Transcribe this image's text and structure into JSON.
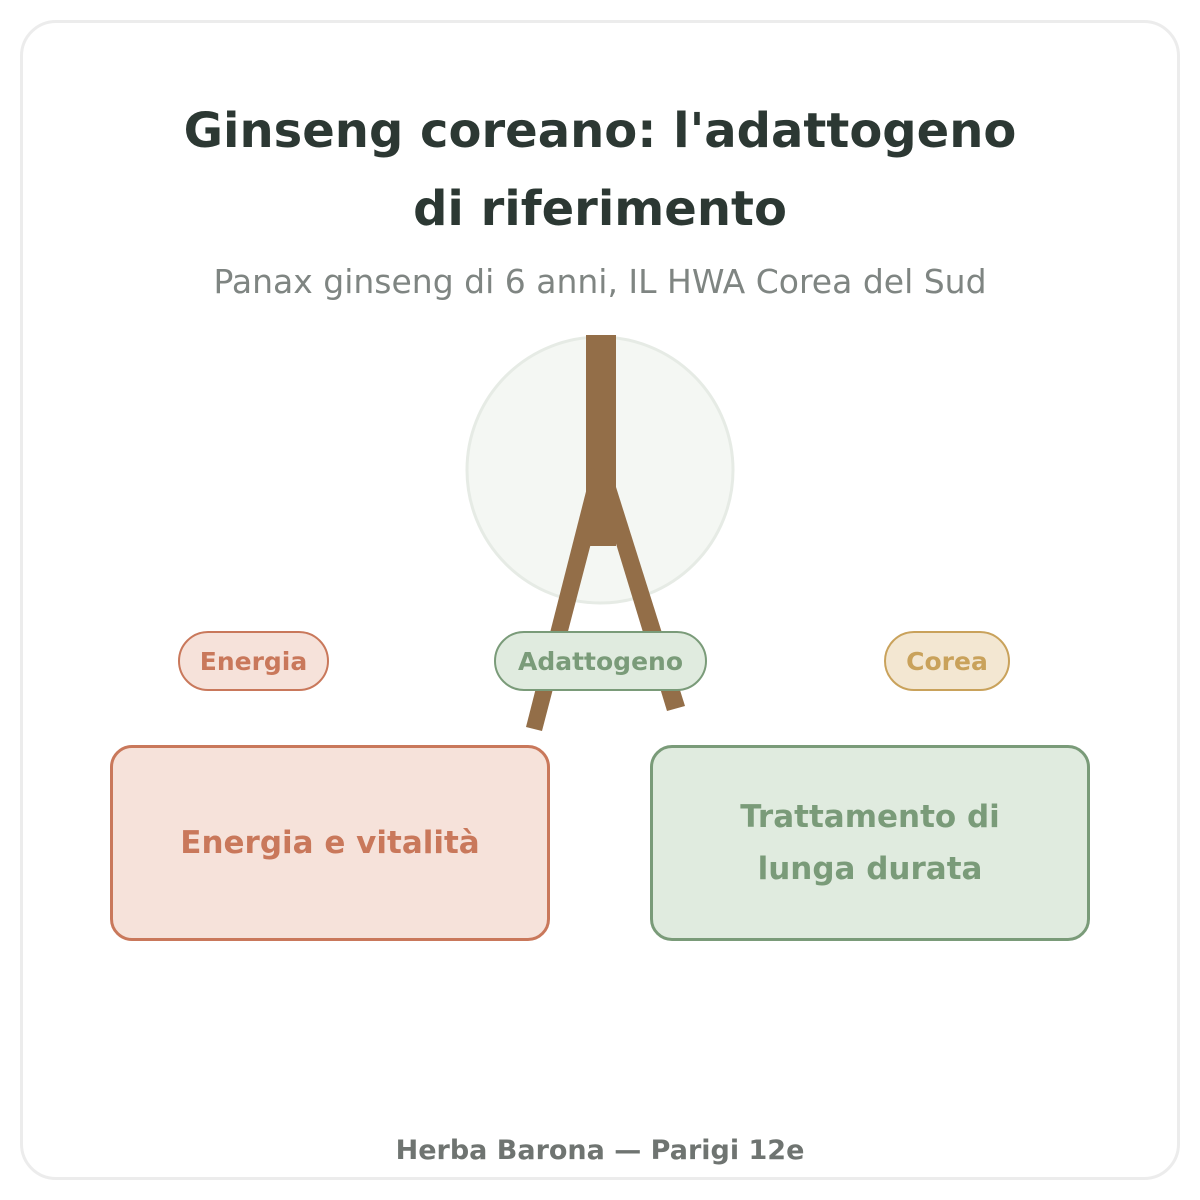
{
  "header": {
    "title": "Ginseng coreano: l'adattogeno di riferimento",
    "subtitle": "Panax ginseng di 6 anni, IL HWA Corea del Sud"
  },
  "tags": {
    "energy": "Energia",
    "adaptogen": "Adattogeno",
    "korea": "Corea"
  },
  "boxes": {
    "energy": "Energia e vitalità",
    "long_term": "Trattamento di lunga durata"
  },
  "footer": {
    "text": "Herba Barona — Parigi 12e"
  },
  "colors": {
    "root": "#936e48",
    "circle_fill": "#f4f7f3",
    "circle_stroke": "#e6ebe5",
    "energy_accent": "#c9785b",
    "adaptogen_accent": "#7a9b79",
    "korea_accent": "#c9a25b"
  }
}
